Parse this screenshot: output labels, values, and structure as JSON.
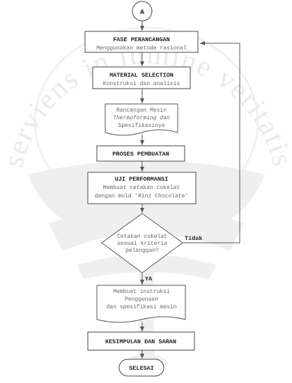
{
  "connector_a": "A",
  "watermark": {
    "text": "serviens in lumine veritatis",
    "color": "#d6d6d6"
  },
  "nodes": {
    "fase_perancangan": {
      "title": "FASE PERANCANGAN",
      "subtitle": "Menggunakan metode rasional"
    },
    "material_selection": {
      "title": "MATERIAL SELECTION",
      "subtitle": "Konstruksi dan analisis"
    },
    "rancangan_doc": {
      "line1": "Rancangan Mesin",
      "line2": "Thermoforming dan",
      "line3": "Spesifikasinya"
    },
    "proses_pembuatan": {
      "title": "PROSES PEMBUATAN"
    },
    "uji_performansi": {
      "title": "UJI PERFORMANSI",
      "line1": "Membuat cetakan cokelat",
      "line2": "dengan mold 'Rinz Chocolate'"
    },
    "decision": {
      "line1": "Cetakan cokelat",
      "line2": "sesuai kriteria",
      "line3": "pelanggan?"
    },
    "instruksi_doc": {
      "line1": "Membuat instruksi",
      "line2": "Penggunaan",
      "line3": "dan spesifikasi mesin"
    },
    "kesimpulan": {
      "title": "KESIMPULAN DAN SARAN"
    },
    "selesai": {
      "title": "SELESAI"
    }
  },
  "edge_labels": {
    "yes": "YA",
    "no": "Tidak"
  },
  "colors": {
    "stroke": "#555555",
    "text": "#222222",
    "subtext": "#666666"
  }
}
